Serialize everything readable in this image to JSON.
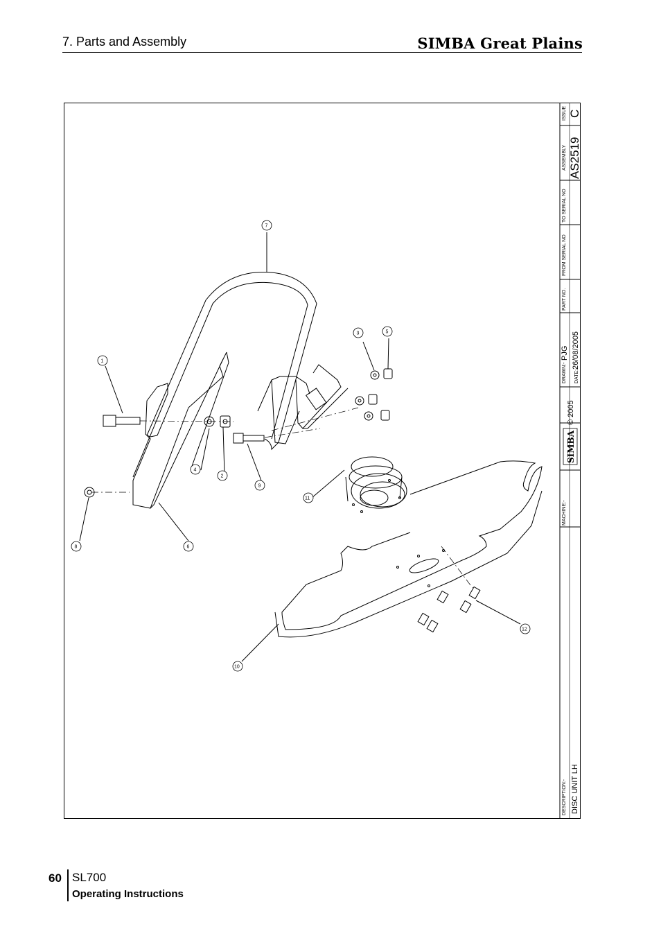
{
  "header": {
    "section_title": "7. Parts and Assembly",
    "brand": "SIMBA Great Plains"
  },
  "drawing": {
    "callouts": [
      "1",
      "2",
      "3",
      "4",
      "5",
      "6",
      "7",
      "8",
      "9",
      "10",
      "11",
      "12"
    ],
    "title_block": {
      "issue_label": "ISSUE",
      "issue_value": "C",
      "assembly_label": "ASSEMBLY",
      "assembly_value": "AS2519",
      "to_serial_label": "TO SERIAL NO",
      "from_serial_label": "FROM SERIAL NO",
      "part_no_label": "PART NO.",
      "drawn_label": "DRAWN:-",
      "drawn_value": "PJG",
      "date_label": "DATE:-",
      "date_value": "26/08/2005",
      "copyright": "© 2005",
      "logo_text": "SIMBA",
      "machine_label": "MACHINE:-",
      "description_label": "DESCRIPTION:-",
      "description_value": "DISC UNIT LH"
    }
  },
  "footer": {
    "page_number": "60",
    "model": "SL700",
    "subtitle": "Operating Instructions"
  }
}
